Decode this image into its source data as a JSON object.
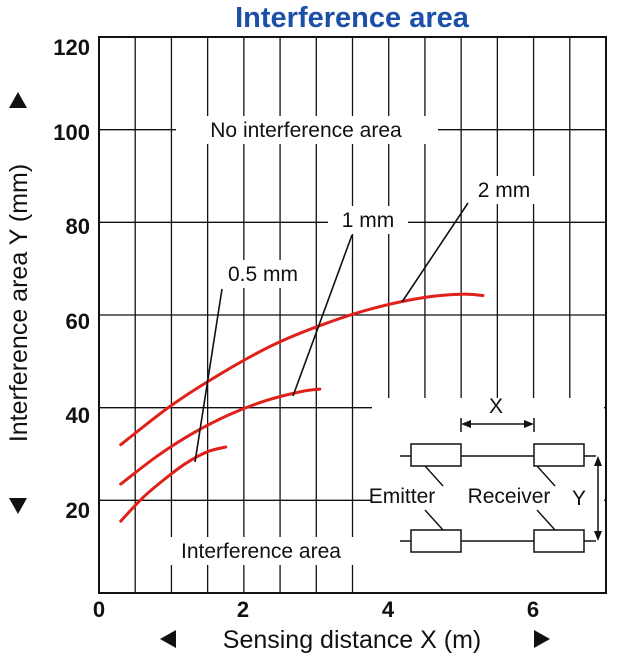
{
  "chart_data": {
    "type": "line",
    "title": "Interference area",
    "xlabel": "Sensing distance X (m)",
    "ylabel": "Interference area Y (mm)",
    "xlim": [
      0,
      7
    ],
    "ylim": [
      0,
      120
    ],
    "x_ticks": [
      "0",
      "2",
      "4",
      "6"
    ],
    "y_ticks": [
      "20",
      "40",
      "60",
      "80",
      "100",
      "120"
    ],
    "grid": true,
    "series": [
      {
        "name": "0.5 mm",
        "color": "#e0201b",
        "x": [
          0.3,
          0.6,
          0.9,
          1.2,
          1.5,
          1.75
        ],
        "y": [
          15.5,
          20.5,
          24.5,
          28,
          30.5,
          31.5
        ]
      },
      {
        "name": "1 mm",
        "color": "#e0201b",
        "x": [
          0.3,
          0.8,
          1.3,
          1.8,
          2.3,
          2.8,
          3.05
        ],
        "y": [
          23.5,
          29.5,
          34.5,
          38.5,
          41.5,
          43.5,
          44
        ]
      },
      {
        "name": "2 mm",
        "color": "#e0201b",
        "x": [
          0.3,
          1,
          1.7,
          2.4,
          3.1,
          3.8,
          4.5,
          5.0,
          5.3
        ],
        "y": [
          32,
          40.5,
          47.5,
          53.5,
          58,
          61.5,
          63.8,
          64.5,
          64.2
        ]
      }
    ],
    "annotations": {
      "no_interference": "No interference area",
      "interference": "Interference area"
    },
    "inset": {
      "x_label": "X",
      "y_label": "Y",
      "emitter_label": "Emitter",
      "receiver_label": "Receiver"
    }
  }
}
